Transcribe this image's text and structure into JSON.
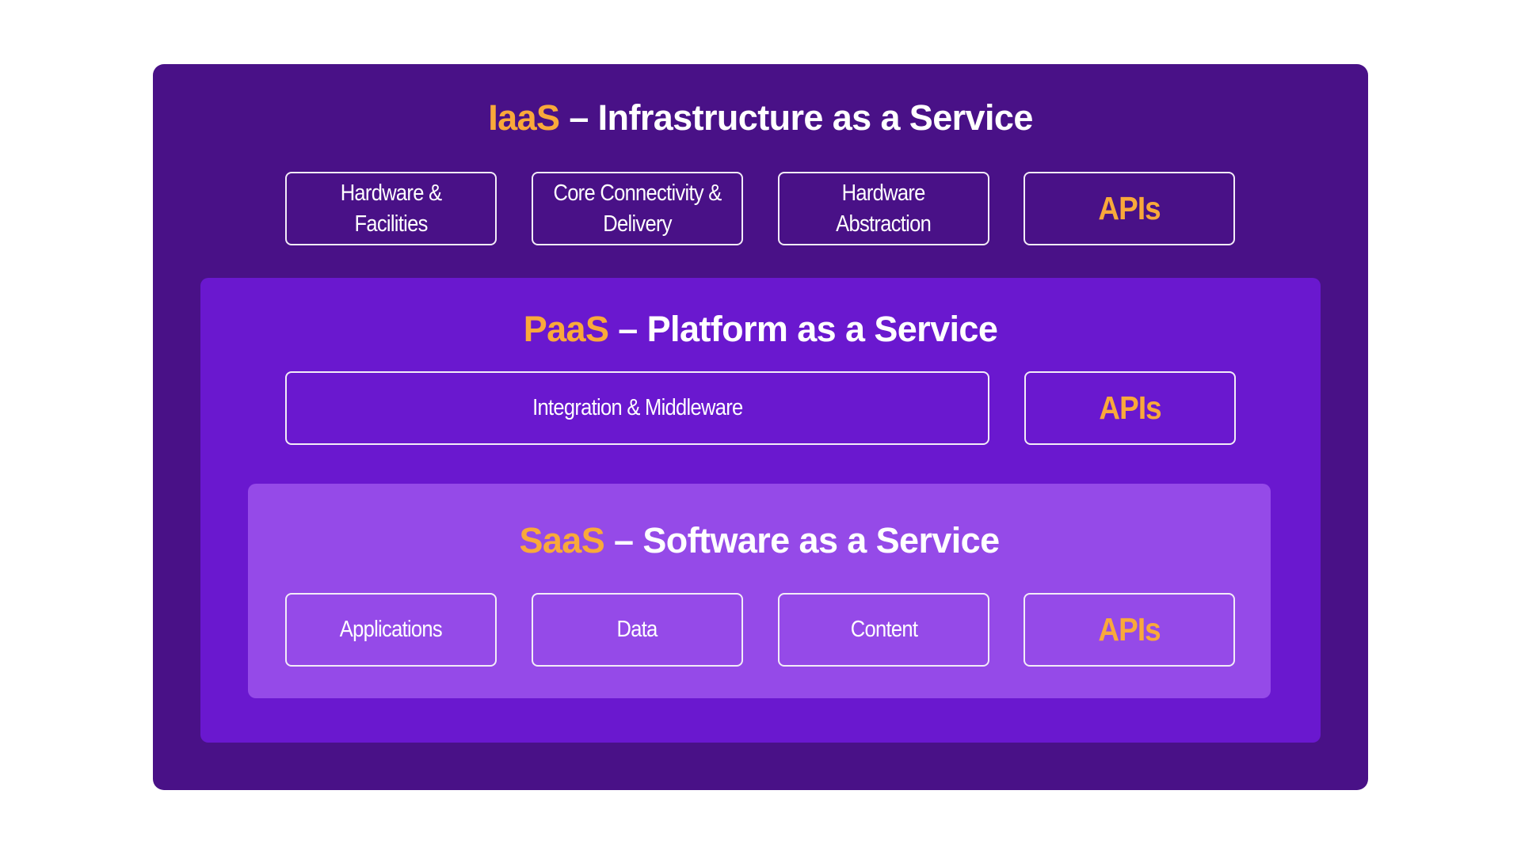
{
  "colors": {
    "background": "#ffffff",
    "iaas_bg": "#491187",
    "paas_bg": "#6A18CF",
    "saas_bg": "#954AE8",
    "accent": "#F9A93A",
    "text": "#ffffff",
    "box_border": "#F3ECF8"
  },
  "iaas": {
    "abbr": "IaaS",
    "title": " – Infrastructure as a Service",
    "boxes": [
      {
        "label": "Hardware &\nFacilities"
      },
      {
        "label": "Core Connectivity &\nDelivery"
      },
      {
        "label": "Hardware\nAbstraction"
      },
      {
        "label": "APIs"
      }
    ]
  },
  "paas": {
    "abbr": "PaaS",
    "title": " – Platform as a Service",
    "boxes": [
      {
        "label": "Integration & Middleware"
      },
      {
        "label": "APIs"
      }
    ]
  },
  "saas": {
    "abbr": "SaaS",
    "title": " – Software as a Service",
    "boxes": [
      {
        "label": "Applications"
      },
      {
        "label": "Data"
      },
      {
        "label": "Content"
      },
      {
        "label": "APIs"
      }
    ]
  }
}
